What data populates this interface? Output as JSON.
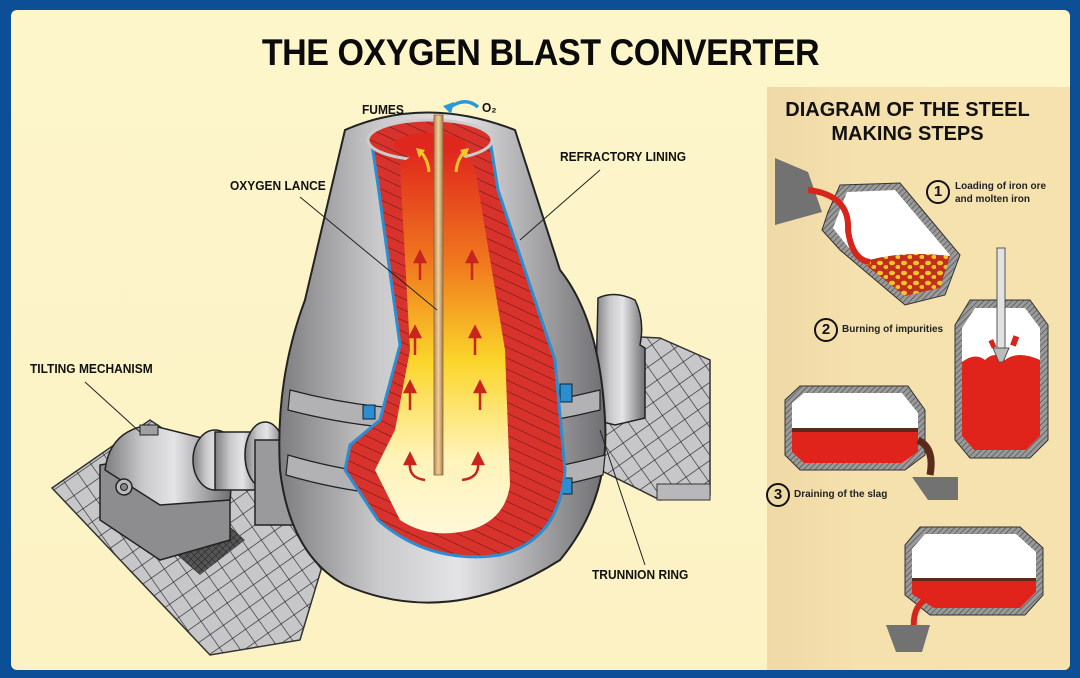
{
  "title": "THE OXYGEN BLAST CONVERTER",
  "converter_labels": {
    "fumes": "FUMES",
    "o2": "O₂",
    "oxygen_lance": "OXYGEN LANCE",
    "refractory_lining": "REFRACTORY LINING",
    "tilting_mechanism": "TILTING MECHANISM",
    "trunnion_ring": "TRUNNION RING"
  },
  "steps_panel": {
    "title_line1": "DIAGRAM OF THE STEEL",
    "title_line2": "MAKING STEPS",
    "steps": [
      {
        "number": "1",
        "line1": "Loading of iron ore",
        "line2": "and molten iron"
      },
      {
        "number": "2",
        "line1": "Burning of impurities",
        "line2": ""
      },
      {
        "number": "3",
        "line1": "Draining of the slag",
        "line2": ""
      }
    ]
  },
  "colors": {
    "frame_border": "#0d4f97",
    "background": "#fdf6cb",
    "panel": "#f5e1ae",
    "steel_gray": "#a9a9ab",
    "refractory_red": "#d8322c",
    "molten_red": "#e0231b",
    "lance": "#d9b07a",
    "oxygen_blue": "#2a9ad6",
    "slag_brown": "#5a2a1c",
    "ore_yellow": "#f6c628"
  },
  "icons": {
    "o2_arrow": "curved-arrow-icon",
    "gas_arrows": "up-arrow-icon"
  }
}
